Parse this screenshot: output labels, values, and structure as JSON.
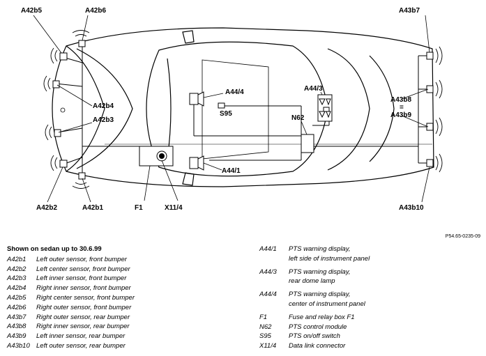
{
  "labels": {
    "A42b5": "A42b5",
    "A42b6": "A42b6",
    "A43b7": "A43b7",
    "A44_4": "A44/4",
    "A44_3": "A44/3",
    "S95": "S95",
    "N62": "N62",
    "A43b8": "A43b8",
    "A43b8_sep": "=",
    "A43b9": "A43b9",
    "A42b4": "A42b4",
    "A42b3": "A42b3",
    "A44_1": "A44/1",
    "A42b2": "A42b2",
    "A42b1": "A42b1",
    "F1": "F1",
    "X11_4": "X11/4",
    "A43b10": "A43b10"
  },
  "reference": "P54.65-0235-09",
  "legend": {
    "title": "Shown on sedan up to 30.6.99",
    "left": [
      {
        "code": "A42b1",
        "desc": "Left outer sensor, front bumper"
      },
      {
        "code": "A42b2",
        "desc": "Left center sensor, front bumper"
      },
      {
        "code": "A42b3",
        "desc": "Left inner sensor, front bumper"
      },
      {
        "code": "A42b4",
        "desc": "Right inner sensor, front bumper"
      },
      {
        "code": "A42b5",
        "desc": "Right center sensor, front bumper"
      },
      {
        "code": "A42b6",
        "desc": "Right outer sensor, front bumper"
      },
      {
        "code": "A43b7",
        "desc": "Right outer sensor, rear bumper"
      },
      {
        "code": "A43b8",
        "desc": "Right inner sensor, rear bumper"
      },
      {
        "code": "A43b9",
        "desc": "Left inner sensor, rear bumper"
      },
      {
        "code": "A43b10",
        "desc": "Left outer sensor, rear bumper"
      }
    ],
    "right": [
      {
        "code": "A44/1",
        "line1": "PTS warning display,",
        "line2": "left side of instrument panel"
      },
      {
        "code": "A44/3",
        "line1": "PTS warning display,",
        "line2": "rear dome lamp"
      },
      {
        "code": "A44/4",
        "line1": "PTS warning display,",
        "line2": "center of instrument panel"
      },
      {
        "code": "F1",
        "line1": "Fuse and relay box F1",
        "line2": ""
      },
      {
        "code": "N62",
        "line1": "PTS control module",
        "line2": ""
      },
      {
        "code": "S95",
        "line1": "PTS on/off switch",
        "line2": ""
      },
      {
        "code": "X11/4",
        "line1": "Data link connector",
        "line2": ""
      }
    ]
  }
}
